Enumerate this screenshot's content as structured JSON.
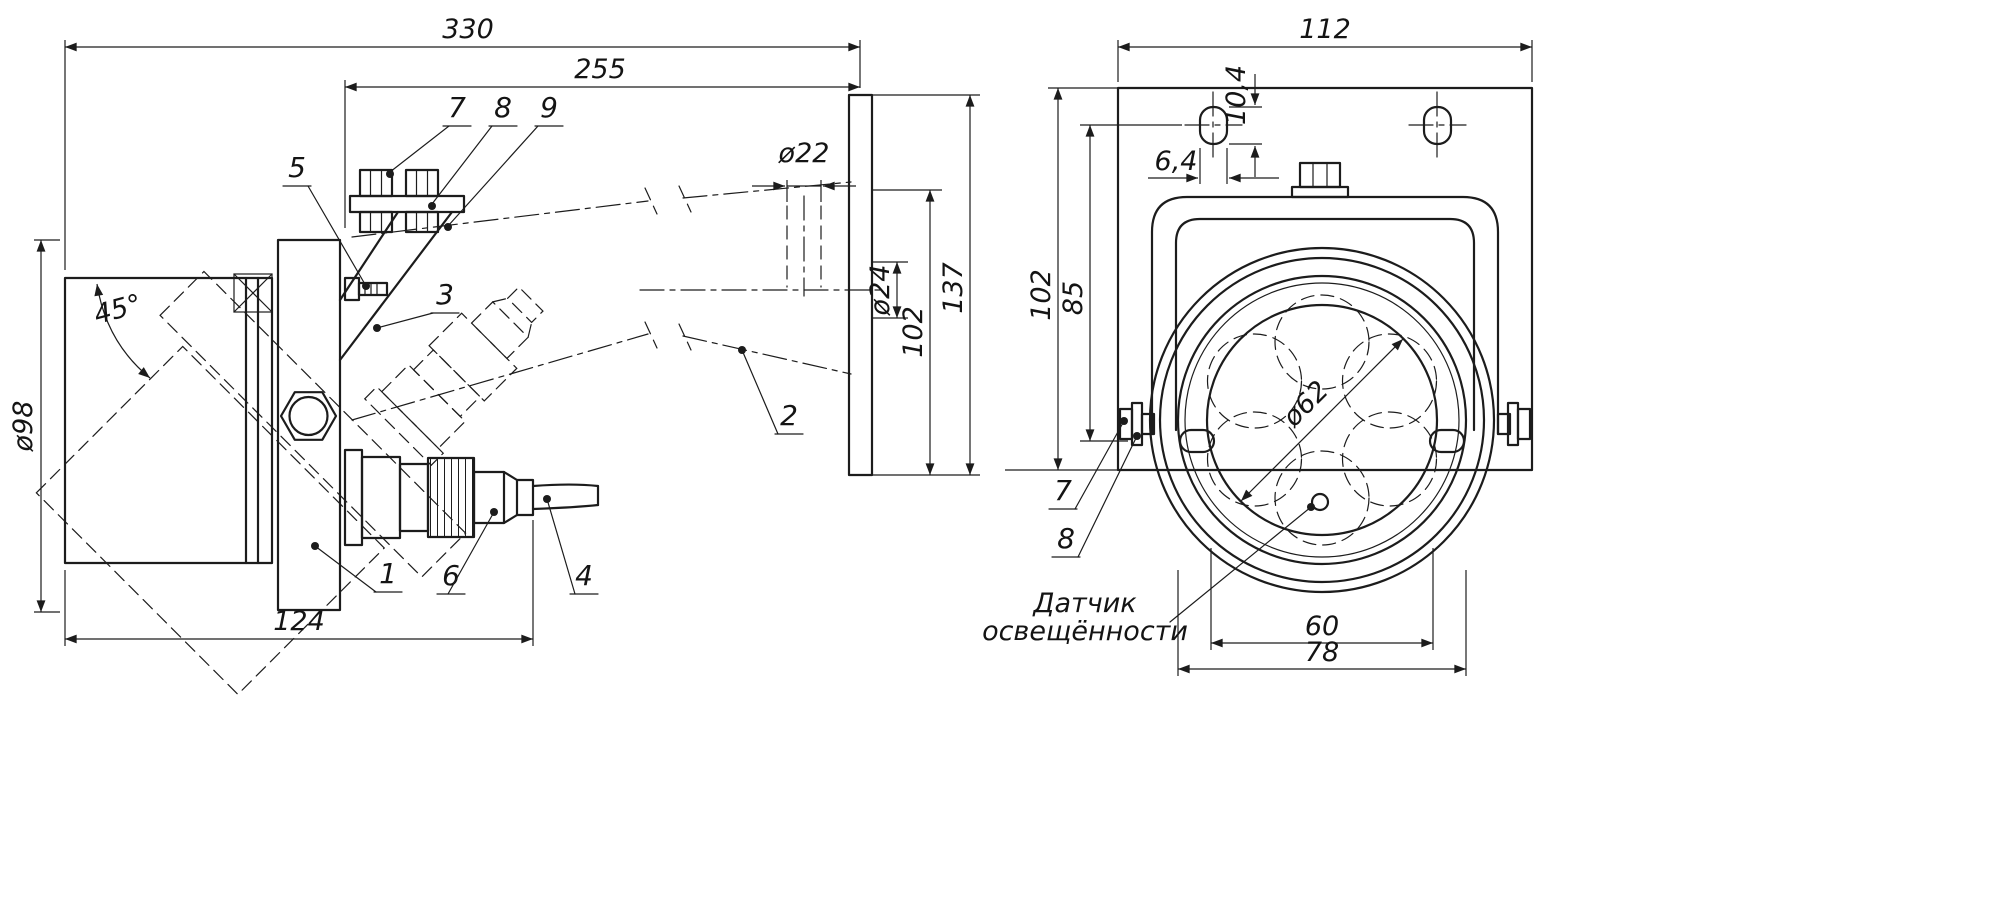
{
  "page": {
    "background": "#ffffff",
    "line_color": "#1c1c1c"
  },
  "left_view": {
    "dimensions": {
      "overall_length": "330",
      "upper_span": "255",
      "body_diameter": "ø98",
      "tilt_angle": "45°",
      "body_length": "124",
      "hole_diameter": "ø22",
      "boss_diameter": "ø24",
      "mount_span": "102",
      "plate_height": "137"
    },
    "callouts": {
      "item_1": "1",
      "item_2": "2",
      "item_3": "3",
      "item_4": "4",
      "item_5": "5",
      "item_6": "6",
      "item_7": "7",
      "item_8": "8",
      "item_9": "9"
    }
  },
  "right_view": {
    "dimensions": {
      "plate_width": "112",
      "slot_length": "10,4",
      "slot_width": "6,4",
      "plate_height": "102",
      "slot_to_axis": "85",
      "aperture_diameter": "ø62",
      "lens_span": "60",
      "bezel_span": "78"
    },
    "callouts": {
      "item_7": "7",
      "item_8": "8"
    },
    "sensor_label": {
      "line1": "Датчик",
      "line2": "освещённости"
    }
  }
}
